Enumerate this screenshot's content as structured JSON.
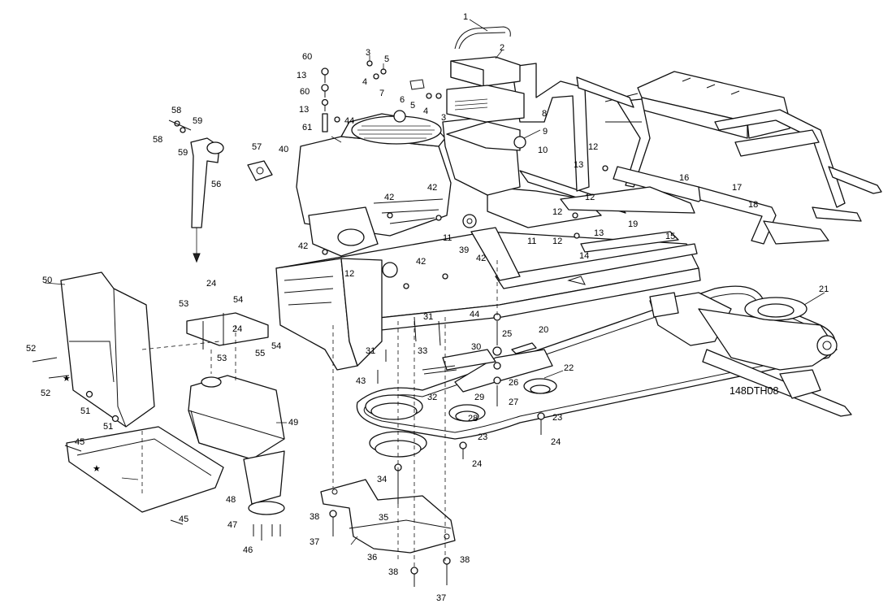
{
  "diagram_code": "148DTH08",
  "star_symbol": "★",
  "callouts": [
    {
      "id": "c1",
      "text": "1"
    },
    {
      "id": "c2",
      "text": "2"
    },
    {
      "id": "c3a",
      "text": "3"
    },
    {
      "id": "c3b",
      "text": "3"
    },
    {
      "id": "c4a",
      "text": "4"
    },
    {
      "id": "c4b",
      "text": "4"
    },
    {
      "id": "c5a",
      "text": "5"
    },
    {
      "id": "c5b",
      "text": "5"
    },
    {
      "id": "c6",
      "text": "6"
    },
    {
      "id": "c7",
      "text": "7"
    },
    {
      "id": "c8",
      "text": "8"
    },
    {
      "id": "c9",
      "text": "9"
    },
    {
      "id": "c10",
      "text": "10"
    },
    {
      "id": "c11a",
      "text": "11"
    },
    {
      "id": "c11b",
      "text": "11"
    },
    {
      "id": "c12a",
      "text": "12"
    },
    {
      "id": "c12b",
      "text": "12"
    },
    {
      "id": "c12c",
      "text": "12"
    },
    {
      "id": "c12d",
      "text": "12"
    },
    {
      "id": "c12e",
      "text": "12"
    },
    {
      "id": "c13a",
      "text": "13"
    },
    {
      "id": "c13b",
      "text": "13"
    },
    {
      "id": "c13c",
      "text": "13"
    },
    {
      "id": "c13d",
      "text": "13"
    },
    {
      "id": "c14",
      "text": "14"
    },
    {
      "id": "c15",
      "text": "15"
    },
    {
      "id": "c16",
      "text": "16"
    },
    {
      "id": "c17",
      "text": "17"
    },
    {
      "id": "c18",
      "text": "18"
    },
    {
      "id": "c19",
      "text": "19"
    },
    {
      "id": "c20",
      "text": "20"
    },
    {
      "id": "c21",
      "text": "21"
    },
    {
      "id": "c22",
      "text": "22"
    },
    {
      "id": "c23a",
      "text": "23"
    },
    {
      "id": "c23b",
      "text": "23"
    },
    {
      "id": "c24a",
      "text": "24"
    },
    {
      "id": "c24b",
      "text": "24"
    },
    {
      "id": "c24c",
      "text": "24"
    },
    {
      "id": "c24d",
      "text": "24"
    },
    {
      "id": "c25",
      "text": "25"
    },
    {
      "id": "c26",
      "text": "26"
    },
    {
      "id": "c27",
      "text": "27"
    },
    {
      "id": "c28",
      "text": "28"
    },
    {
      "id": "c29",
      "text": "29"
    },
    {
      "id": "c30",
      "text": "30"
    },
    {
      "id": "c31a",
      "text": "31"
    },
    {
      "id": "c31b",
      "text": "31"
    },
    {
      "id": "c32",
      "text": "32"
    },
    {
      "id": "c33",
      "text": "33"
    },
    {
      "id": "c34",
      "text": "34"
    },
    {
      "id": "c35",
      "text": "35"
    },
    {
      "id": "c36",
      "text": "36"
    },
    {
      "id": "c37a",
      "text": "37"
    },
    {
      "id": "c37b",
      "text": "37"
    },
    {
      "id": "c38a",
      "text": "38"
    },
    {
      "id": "c38b",
      "text": "38"
    },
    {
      "id": "c38c",
      "text": "38"
    },
    {
      "id": "c39",
      "text": "39"
    },
    {
      "id": "c40",
      "text": "40"
    },
    {
      "id": "c42a",
      "text": "42"
    },
    {
      "id": "c42b",
      "text": "42"
    },
    {
      "id": "c42c",
      "text": "42"
    },
    {
      "id": "c42d",
      "text": "42"
    },
    {
      "id": "c42e",
      "text": "42"
    },
    {
      "id": "c43",
      "text": "43"
    },
    {
      "id": "c44a",
      "text": "44"
    },
    {
      "id": "c44b",
      "text": "44"
    },
    {
      "id": "c45a",
      "text": "45"
    },
    {
      "id": "c45b",
      "text": "45"
    },
    {
      "id": "c46",
      "text": "46"
    },
    {
      "id": "c47",
      "text": "47"
    },
    {
      "id": "c48",
      "text": "48"
    },
    {
      "id": "c49",
      "text": "49"
    },
    {
      "id": "c50",
      "text": "50"
    },
    {
      "id": "c51a",
      "text": "51"
    },
    {
      "id": "c51b",
      "text": "51"
    },
    {
      "id": "c52a",
      "text": "52"
    },
    {
      "id": "c52b",
      "text": "52"
    },
    {
      "id": "c53a",
      "text": "53"
    },
    {
      "id": "c53b",
      "text": "53"
    },
    {
      "id": "c54a",
      "text": "54"
    },
    {
      "id": "c54b",
      "text": "54"
    },
    {
      "id": "c55",
      "text": "55"
    },
    {
      "id": "c56",
      "text": "56"
    },
    {
      "id": "c57",
      "text": "57"
    },
    {
      "id": "c58a",
      "text": "58"
    },
    {
      "id": "c58b",
      "text": "58"
    },
    {
      "id": "c59a",
      "text": "59"
    },
    {
      "id": "c59b",
      "text": "59"
    },
    {
      "id": "c60a",
      "text": "60"
    },
    {
      "id": "c60b",
      "text": "60"
    },
    {
      "id": "c61",
      "text": "61"
    }
  ]
}
